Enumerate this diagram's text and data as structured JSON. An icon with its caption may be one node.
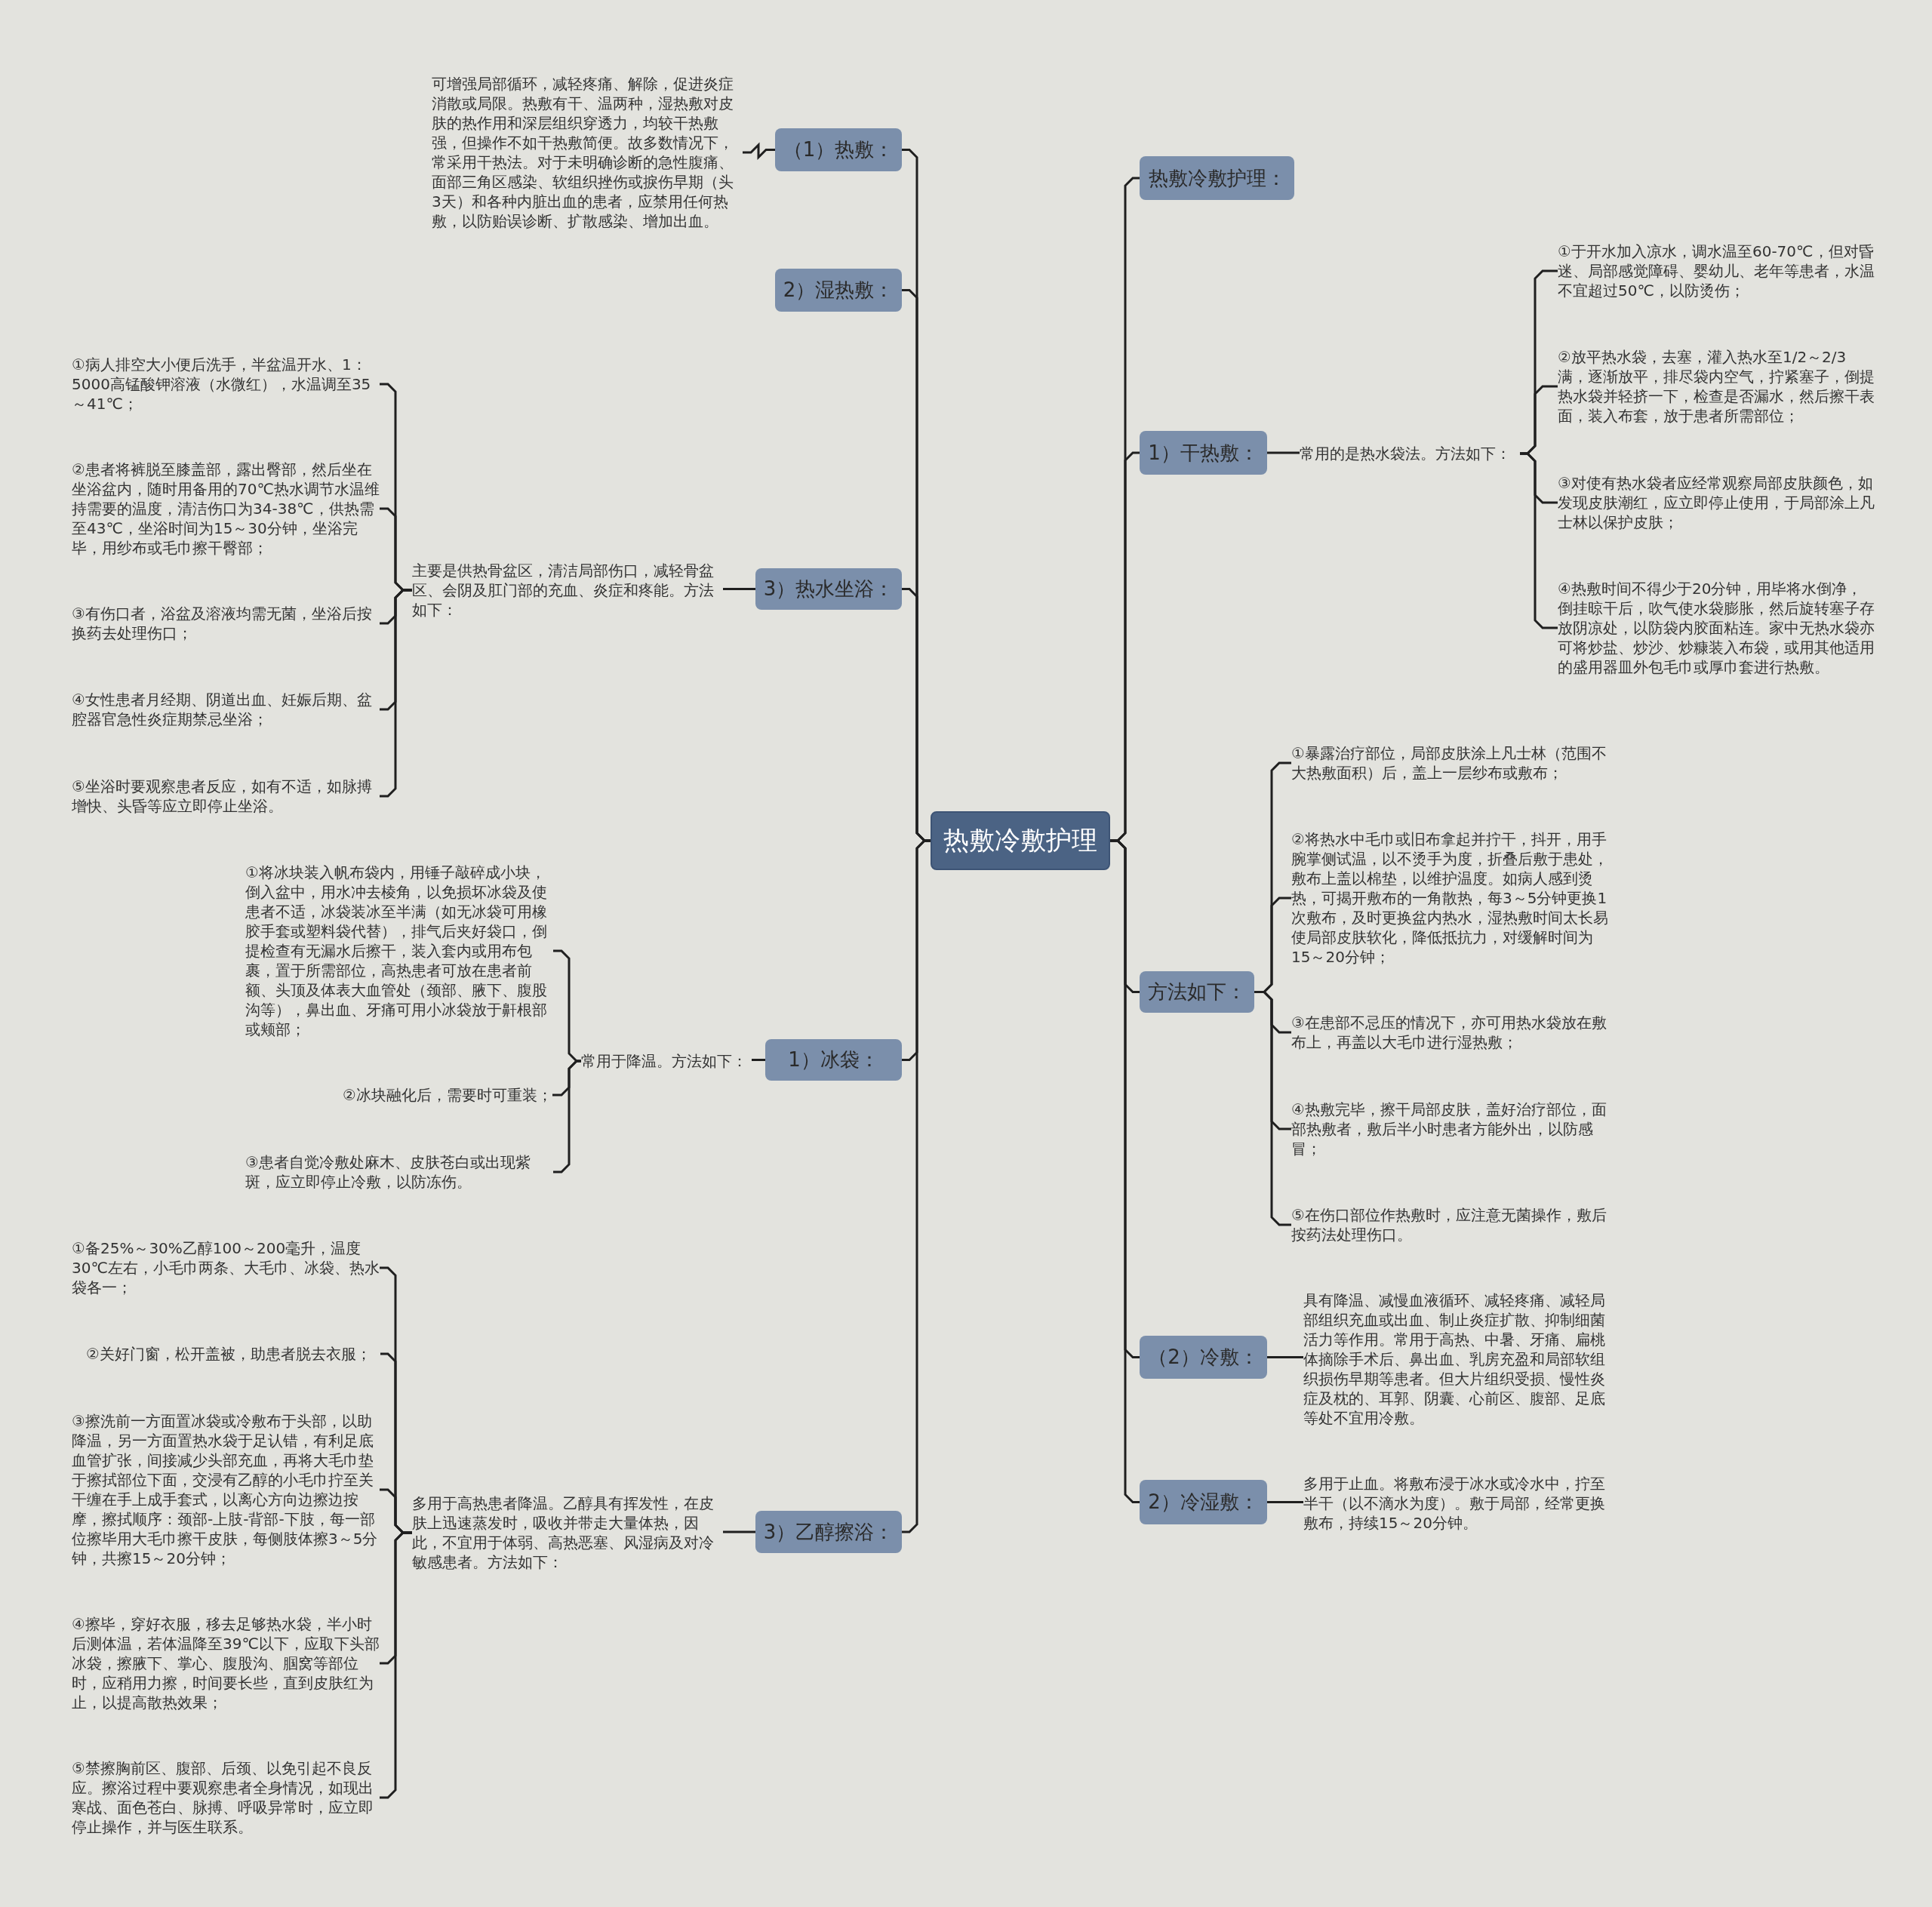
{
  "diagram": {
    "nodes": [
      {
        "text": [
          "热敷冷敷护理"
        ]
      },
      {
        "text": [
          "（1）热敷："
        ]
      },
      {
        "text": [
          "可增强局部循环，减轻疼痛、解除，促进炎症消散或局限。热敷有干、温两种，湿热敷对皮肤的热作用和深层组织穿透力，均较干热敷强，但操作不如干热敷简便。故多数情况下，常采用干热法。对于未明确诊断的急性腹痛、面部三角区感染、软组织挫伤或捩伤早期（头3天）和各种内脏出血的患者，应禁用任何热敷，以防贻误诊断、扩散感染、增加出血。"
        ]
      },
      {
        "text": [
          "2）湿热敷："
        ]
      },
      {
        "text": [
          "3）热水坐浴："
        ]
      },
      {
        "text": [
          "主要是供热骨盆区，清洁局部伤口，减轻骨盆区、会阴及肛门部的充血、炎症和疼能。方法如下："
        ]
      },
      {
        "text": [
          "①病人排空大小便后洗手，半盆温开水、1：5000高锰酸钾溶液（水微红），水温调至35～41℃；"
        ]
      },
      {
        "text": [
          "②患者将裤脱至膝盖部，露出臀部，然后坐在坐浴盆内，随时用备用的70℃热水调节水温维持需要的温度，清洁伤口为34-38℃，供热需至43℃，坐浴时间为15～30分钟，坐浴完毕，用纱布或毛巾擦干臀部；"
        ]
      },
      {
        "text": [
          "③有伤口者，浴盆及溶液均需无菌，坐浴后按换药去处理伤口；"
        ]
      },
      {
        "text": [
          "④女性患者月经期、阴道出血、妊娠后期、盆腔器官急性炎症期禁忌坐浴；"
        ]
      },
      {
        "text": [
          "⑤坐浴时要观察患者反应，如有不适，如脉搏增快、头昏等应立即停止坐浴。"
        ]
      },
      {
        "text": [
          "1）冰袋："
        ]
      },
      {
        "text": [
          "常用于降温。方法如下："
        ]
      },
      {
        "text": [
          "①将冰块装入帆布袋内，用锤子敲碎成小块，倒入盆中，用水冲去棱角，以免损坏冰袋及使患者不适，冰袋装冰至半满（如无冰袋可用橡胶手套或塑料袋代替），排气后夹好袋口，倒提检查有无漏水后擦干，装入套内或用布包裹，置于所需部位，高热患者可放在患者前额、头顶及体表大血管处（颈部、腋下、腹股沟等），鼻出血、牙痛可用小冰袋放于鼾根部或颊部；"
        ]
      },
      {
        "text": [
          "②冰块融化后，需要时可重装；"
        ]
      },
      {
        "text": [
          "③患者自觉冷敷处麻木、皮肤苍白或出现紫斑，应立即停止冷敷，以防冻伤。"
        ]
      },
      {
        "text": [
          "3）乙醇擦浴："
        ]
      },
      {
        "text": [
          "多用于高热患者降温。乙醇具有挥发性，在皮肤上迅速蒸发时，吸收并带走大量体热，因此，不宜用于体弱、高热恶塞、风湿病及对冷敏感患者。方法如下："
        ]
      },
      {
        "text": [
          "①备25%～30%乙醇100～200毫升，温度30℃左右，小毛巾两条、大毛巾、冰袋、热水袋各一；"
        ]
      },
      {
        "text": [
          "②关好门窗，松开盖被，助患者脱去衣服；"
        ]
      },
      {
        "text": [
          "③擦洗前一方面置冰袋或冷敷布于头部，以助降温，另一方面置热水袋于足认错，有利足底血管扩张，间接减少头部充血，再将大毛巾垫于擦拭部位下面，交浸有乙醇的小毛巾拧至关干缠在手上成手套式，以离心方向边擦边按摩，擦拭顺序：颈部-上肢-背部-下肢，每一部位擦毕用大毛巾擦干皮肤，每侧肢体擦3～5分钟，共擦15～20分钟；"
        ]
      },
      {
        "text": [
          "④擦毕，穿好衣服，移去足够热水袋，半小时后测体温，若体温降至39℃以下，应取下头部冰袋，擦腋下、掌心、腹股沟、腘窝等部位时，应稍用力擦，时间要长些，直到皮肤红为止，以提高散热效果；"
        ]
      },
      {
        "text": [
          "⑤禁擦胸前区、腹部、后颈、以免引起不良反应。擦浴过程中要观察患者全身情况，如现出寒战、面色苍白、脉搏、呼吸异常时，应立即停止操作，并与医生联系。"
        ]
      },
      {
        "text": [
          "热敷冷敷护理："
        ]
      },
      {
        "text": [
          "1）干热敷："
        ]
      },
      {
        "text": [
          "常用的是热水袋法。方法如下："
        ]
      },
      {
        "text": [
          "①于开水加入凉水，调水温至60-70℃，但对昏迷、局部感觉障碍、婴幼儿、老年等患者，水温不宜超过50℃，以防烫伤；"
        ]
      },
      {
        "text": [
          "②放平热水袋，去塞，灌入热水至1/2～2/3满，逐渐放平，排尽袋内空气，拧紧塞子，倒提热水袋并轻挤一下，检查是否漏水，然后擦干表面，装入布套，放于患者所需部位；"
        ]
      },
      {
        "text": [
          "③对使有热水袋者应经常观察局部皮肤颜色，如发现皮肤潮红，应立即停止使用，于局部涂上凡士林以保护皮肤；"
        ]
      },
      {
        "text": [
          "④热敷时间不得少于20分钟，用毕将水倒净，倒挂晾干后，吹气使水袋膨胀，然后旋转塞子存放阴凉处，以防袋内胶面粘连。家中无热水袋亦可将炒盐、炒沙、炒糠装入布袋，或用其他适用的盛用器皿外包毛巾或厚巾套进行热敷。"
        ]
      },
      {
        "text": [
          "方法如下："
        ]
      },
      {
        "text": [
          "①暴露治疗部位，局部皮肤涂上凡士林（范围不大热敷面积）后，盖上一层纱布或敷布；"
        ]
      },
      {
        "text": [
          "②将热水中毛巾或旧布拿起并拧干，抖开，用手腕掌侧试温，以不烫手为度，折叠后敷于患处，敷布上盖以棉垫，以维护温度。如病人感到烫热，可揭开敷布的一角散热，每3～5分钟更换1次敷布，及时更换盆内热水，湿热敷时间太长易使局部皮肤软化，降低抵抗力，对缓解时间为15～20分钟；"
        ]
      },
      {
        "text": [
          "③在患部不忌压的情况下，亦可用热水袋放在敷布上，再盖以大毛巾进行湿热敷；"
        ]
      },
      {
        "text": [
          "④热敷完毕，擦干局部皮肤，盖好治疗部位，面部热敷者，敷后半小时患者方能外出，以防感冒；"
        ]
      },
      {
        "text": [
          "⑤在伤口部位作热敷时，应注意无菌操作，敷后按药法处理伤口。"
        ]
      },
      {
        "text": [
          "（2）冷敷："
        ]
      },
      {
        "text": [
          "具有降温、减慢血液循环、减轻疼痛、减轻局部组织充血或出血、制止炎症扩散、抑制细菌活力等作用。常用于高热、中暑、牙痛、扁桃体摘除手术后、鼻出血、乳房充盈和局部软组织损伤早期等患者。但大片组织受损、慢性炎症及枕的、耳郭、阴囊、心前区、腹部、足底等处不宜用冷敷。"
        ]
      },
      {
        "text": [
          "2）冷湿敷："
        ]
      },
      {
        "text": [
          "多用于止血。将敷布浸于冰水或冷水中，拧至半干（以不滴水为度）。敷于局部，经常更换敷布，持续15～20分钟。"
        ]
      }
    ],
    "edges": [
      {
        "from": 0,
        "to": 1,
        "arrow": "none"
      },
      {
        "from": 1,
        "to": 2,
        "arrow": "none"
      },
      {
        "from": 0,
        "to": 3,
        "arrow": "none"
      },
      {
        "from": 0,
        "to": 4,
        "arrow": "none"
      },
      {
        "from": 4,
        "to": 5,
        "arrow": "none"
      },
      {
        "from": 5,
        "to": 6,
        "arrow": "none"
      },
      {
        "from": 5,
        "to": 7,
        "arrow": "none"
      },
      {
        "from": 5,
        "to": 8,
        "arrow": "none"
      },
      {
        "from": 5,
        "to": 9,
        "arrow": "none"
      },
      {
        "from": 5,
        "to": 10,
        "arrow": "none"
      },
      {
        "from": 0,
        "to": 11,
        "arrow": "none"
      },
      {
        "from": 11,
        "to": 12,
        "arrow": "none"
      },
      {
        "from": 12,
        "to": 13,
        "arrow": "none"
      },
      {
        "from": 12,
        "to": 14,
        "arrow": "none"
      },
      {
        "from": 12,
        "to": 15,
        "arrow": "none"
      },
      {
        "from": 0,
        "to": 16,
        "arrow": "none"
      },
      {
        "from": 16,
        "to": 17,
        "arrow": "none"
      },
      {
        "from": 17,
        "to": 18,
        "arrow": "none"
      },
      {
        "from": 17,
        "to": 19,
        "arrow": "none"
      },
      {
        "from": 17,
        "to": 20,
        "arrow": "none"
      },
      {
        "from": 17,
        "to": 21,
        "arrow": "none"
      },
      {
        "from": 17,
        "to": 22,
        "arrow": "none"
      },
      {
        "from": 0,
        "to": 23,
        "arrow": "none"
      },
      {
        "from": 0,
        "to": 24,
        "arrow": "none"
      },
      {
        "from": 24,
        "to": 25,
        "arrow": "none"
      },
      {
        "from": 25,
        "to": 26,
        "arrow": "none"
      },
      {
        "from": 25,
        "to": 27,
        "arrow": "none"
      },
      {
        "from": 25,
        "to": 28,
        "arrow": "none"
      },
      {
        "from": 25,
        "to": 29,
        "arrow": "none"
      },
      {
        "from": 0,
        "to": 30,
        "arrow": "none"
      },
      {
        "from": 30,
        "to": 31,
        "arrow": "none"
      },
      {
        "from": 30,
        "to": 32,
        "arrow": "none"
      },
      {
        "from": 30,
        "to": 33,
        "arrow": "none"
      },
      {
        "from": 30,
        "to": 34,
        "arrow": "none"
      },
      {
        "from": 30,
        "to": 35,
        "arrow": "none"
      },
      {
        "from": 0,
        "to": 36,
        "arrow": "none"
      },
      {
        "from": 36,
        "to": 37,
        "arrow": "none"
      },
      {
        "from": 0,
        "to": 38,
        "arrow": "none"
      },
      {
        "from": 38,
        "to": 39,
        "arrow": "none"
      }
    ]
  }
}
